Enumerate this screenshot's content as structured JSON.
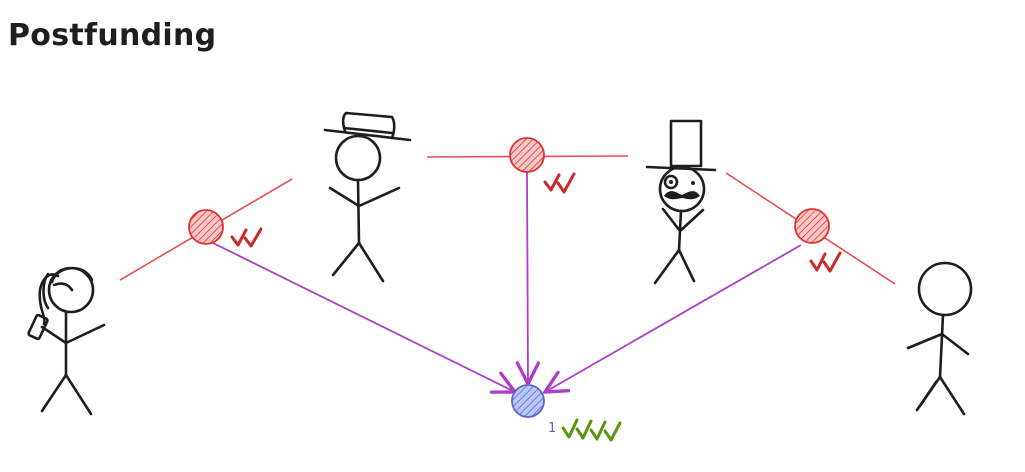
{
  "title": "Postfunding",
  "colors": {
    "ink": "#1e1e1e",
    "channel": "#e03131",
    "funding_arrow": "#ae3ec9",
    "check_red": "#c92a2a",
    "check_green": "#5c940d",
    "center_node": "#5c6ac4"
  },
  "people": [
    {
      "id": "alice",
      "icon": "stick-figure-ponytail-phone"
    },
    {
      "id": "bob",
      "icon": "stick-figure-flat-cap"
    },
    {
      "id": "carol",
      "icon": "stick-figure-top-hat-monocle-mustache"
    },
    {
      "id": "dave",
      "icon": "stick-figure-plain"
    }
  ],
  "channel_nodes": [
    {
      "id": "node-1",
      "checks": 2
    },
    {
      "id": "node-2",
      "checks": 2
    },
    {
      "id": "node-3",
      "checks": 2
    }
  ],
  "center_node": {
    "label": "1",
    "checks": 4
  }
}
